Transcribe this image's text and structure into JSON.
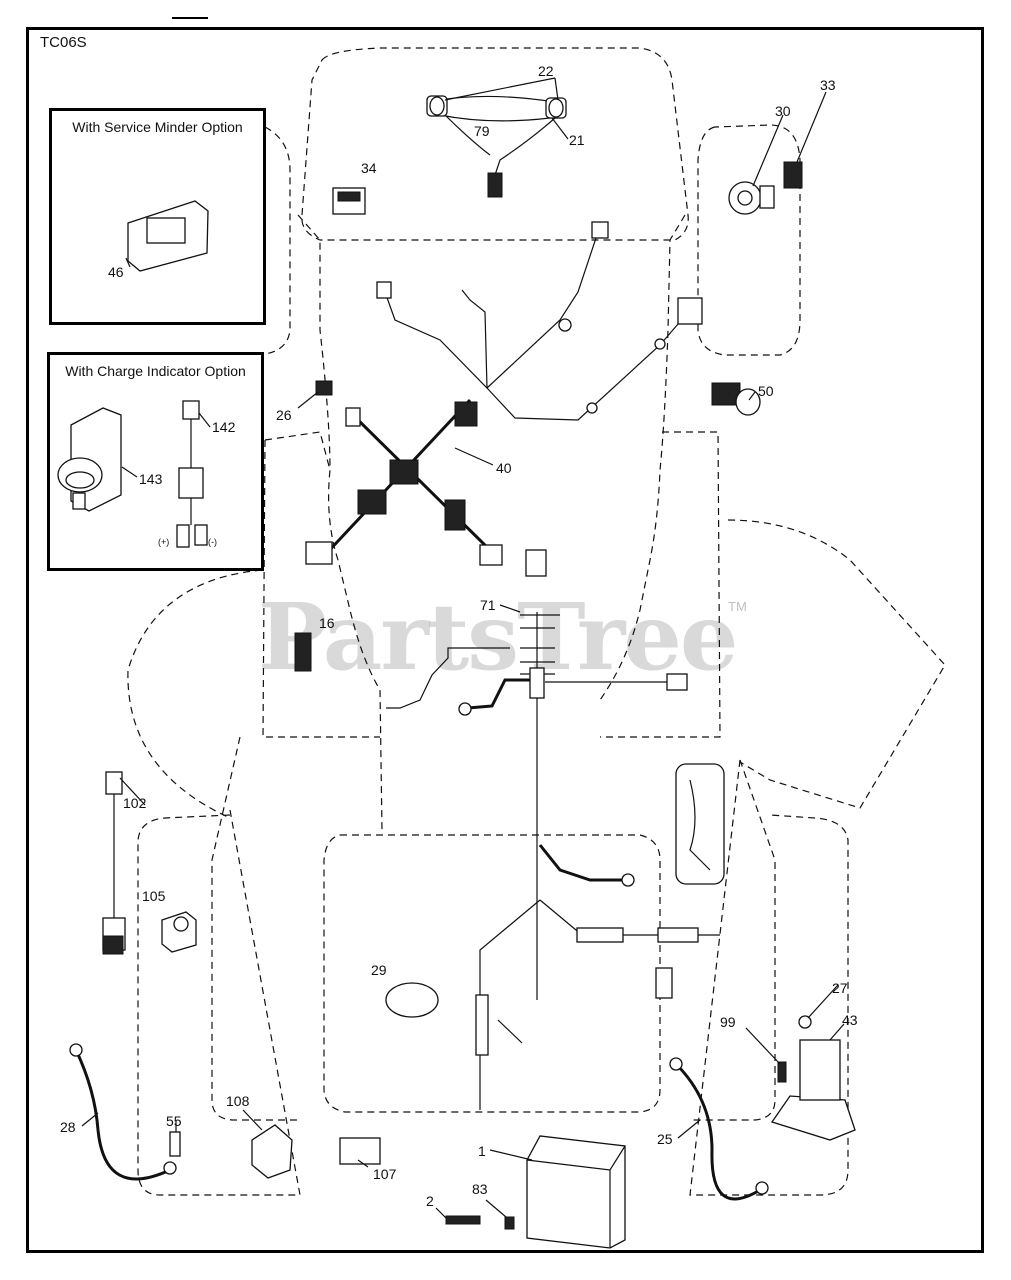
{
  "diagram_code": "TC06S",
  "service_minder_box": {
    "title": "With Service Minder Option"
  },
  "charge_indicator_box": {
    "title": "With Charge Indicator Option",
    "plus_label": "(+)",
    "minus_label": "(-)"
  },
  "watermark": {
    "text": "PartsTree",
    "trademark": "TM"
  },
  "callouts": {
    "c22": "22",
    "c79": "79",
    "c21": "21",
    "c30": "30",
    "c33": "33",
    "c34": "34",
    "c46": "46",
    "c142": "142",
    "c143": "143",
    "c26": "26",
    "c40": "40",
    "c50": "50",
    "c16": "16",
    "c71": "71",
    "c102": "102",
    "c105": "105",
    "c29": "29",
    "c27": "27",
    "c43": "43",
    "c99": "99",
    "c28": "28",
    "c55": "55",
    "c108": "108",
    "c107": "107",
    "c1": "1",
    "c2": "2",
    "c83": "83",
    "c25": "25"
  }
}
